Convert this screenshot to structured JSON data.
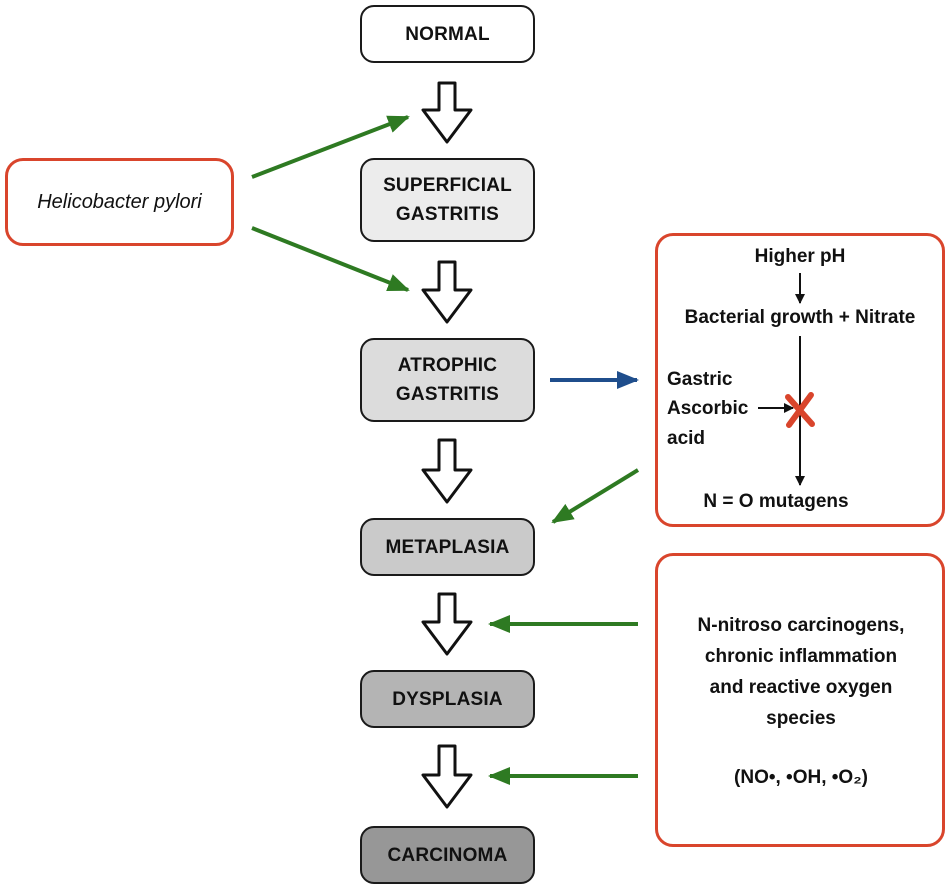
{
  "stages": [
    {
      "id": "normal",
      "label": "NORMAL",
      "fill": "#ffffff"
    },
    {
      "id": "superficial-gastritis",
      "label": "SUPERFICIAL\nGASTRITIS",
      "fill": "#ececec"
    },
    {
      "id": "atrophic-gastritis",
      "label": "ATROPHIC\nGASTRITIS",
      "fill": "#dcdcdc"
    },
    {
      "id": "metaplasia",
      "label": "METAPLASIA",
      "fill": "#cacaca"
    },
    {
      "id": "dysplasia",
      "label": "DYSPLASIA",
      "fill": "#b4b4b4"
    },
    {
      "id": "carcinoma",
      "label": "CARCINOMA",
      "fill": "#979797"
    }
  ],
  "cause": {
    "label": "Helicobacter pylori"
  },
  "nitrate_panel": {
    "higher_ph": "Higher pH",
    "bacterial_growth": "Bacterial growth + Nitrate",
    "ascorbic_line1": "Gastric",
    "ascorbic_line2": "Ascorbic",
    "ascorbic_line3": "acid",
    "mutagens": "N = O mutagens"
  },
  "mechanism_panel": {
    "text": "N-nitroso carcinogens,\nchronic inflammation\nand reactive oxygen\nspecies",
    "radicals": "(NO•, •OH, •O₂)"
  },
  "colors": {
    "panel_border": "#d9452c",
    "green_arrow": "#2e7a22",
    "blue_arrow": "#1f4e8c",
    "block_mark": "#d9452c"
  }
}
